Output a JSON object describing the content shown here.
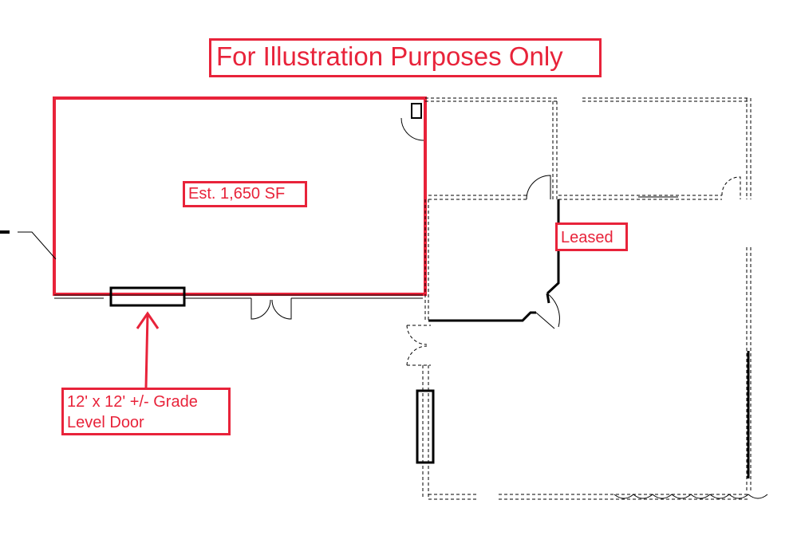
{
  "title": "For Illustration Purposes Only",
  "labels": {
    "area": "Est. 1,650 SF",
    "leased": "Leased",
    "door_line1": "12' x 12' +/- Grade",
    "door_line2": "Level Door"
  },
  "colors": {
    "highlight": "#e8233a",
    "lines": "#000000"
  }
}
